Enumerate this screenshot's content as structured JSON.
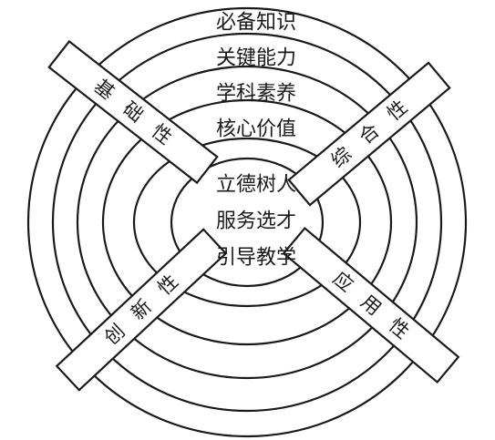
{
  "ring_labels": [
    "必备知识",
    "关键能力",
    "学科素养",
    "核心价值"
  ],
  "core_labels": [
    "立德树人",
    "服务选才",
    "引导教学"
  ],
  "band_labels": {
    "top_left": [
      "基",
      "础",
      "性"
    ],
    "top_right": [
      "综",
      "合",
      "性"
    ],
    "bottom_left": [
      "创",
      "新",
      "性"
    ],
    "bottom_right": [
      "应",
      "用",
      "性"
    ]
  },
  "colors": {
    "stroke": "#1a1a1a",
    "background": "#ffffff",
    "text": "#1a1a1a"
  }
}
